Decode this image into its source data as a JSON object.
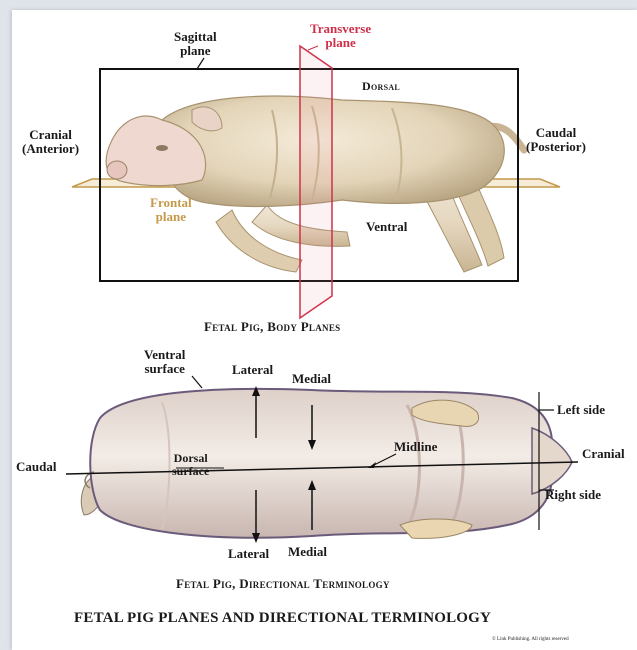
{
  "top_figure": {
    "labels": {
      "sagittal": "Sagittal\nplane",
      "transverse": "Transverse\nplane",
      "dorsal": "Dorsal",
      "cranial": "Cranial\n(Anterior)",
      "caudal": "Caudal\n(Posterior)",
      "frontal": "Frontal\nplane",
      "ventral": "Ventral"
    },
    "caption": "Fetal Pig, Body Planes"
  },
  "bottom_figure": {
    "labels": {
      "ventral_surface": "Ventral\nsurface",
      "lateral_top": "Lateral",
      "medial_top": "Medial",
      "left_side": "Left side",
      "midline": "Midline",
      "caudal": "Caudal",
      "cranial": "Cranial",
      "dorsal_surface": "Dorsal\nsurface",
      "right_side": "Right side",
      "lateral_bottom": "Lateral",
      "medial_bottom": "Medial"
    },
    "caption": "Fetal Pig, Directional Terminology"
  },
  "main_title": "FETAL PIG PLANES AND DIRECTIONAL TERMINOLOGY",
  "copyright": "© Link Publishing. All rights reserved",
  "colors": {
    "transverse": "#d0304a",
    "frontal": "#c49a4a",
    "box": "#111111",
    "pig_skin": "#e8dcc4",
    "pig_shadow": "#b9a98d",
    "card": "#ffffff",
    "background": "#dfe3ea"
  }
}
